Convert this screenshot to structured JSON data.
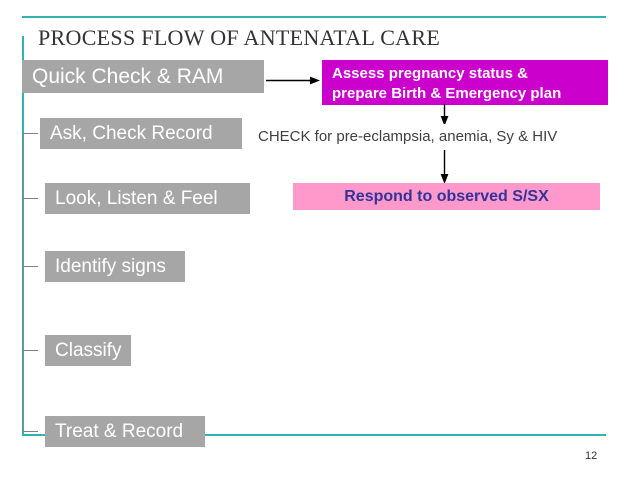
{
  "slide": {
    "title": "PROCESS FLOW OF ANTENATAL CARE",
    "page_number": "12",
    "accent_color": "#2fb3b3",
    "grey_color": "#a6a6a6",
    "magenta_color": "#cc00cc",
    "pink_color": "#ff99cc",
    "pink_text_color": "#333399"
  },
  "steps": [
    {
      "label": "Quick Check & RAM"
    },
    {
      "label": "Ask, Check Record"
    },
    {
      "label": "Look, Listen & Feel"
    },
    {
      "label": "Identify signs"
    },
    {
      "label": "Classify"
    },
    {
      "label": "Treat & Record"
    }
  ],
  "details": {
    "assess_line1": "Assess pregnancy status &",
    "assess_line2": "prepare Birth & Emergency plan",
    "check": "CHECK for pre-eclampsia, anemia, Sy & HIV",
    "respond": "Respond to observed S/SX"
  }
}
